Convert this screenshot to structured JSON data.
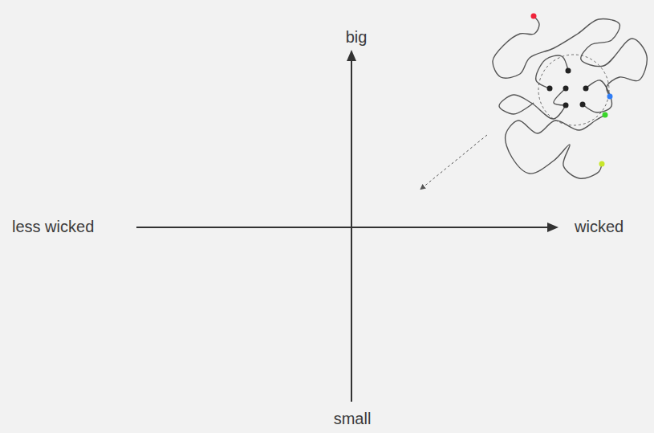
{
  "diagram": {
    "labels": [
      "big",
      "less wicked",
      "wicked",
      "small"
    ]
  }
}
